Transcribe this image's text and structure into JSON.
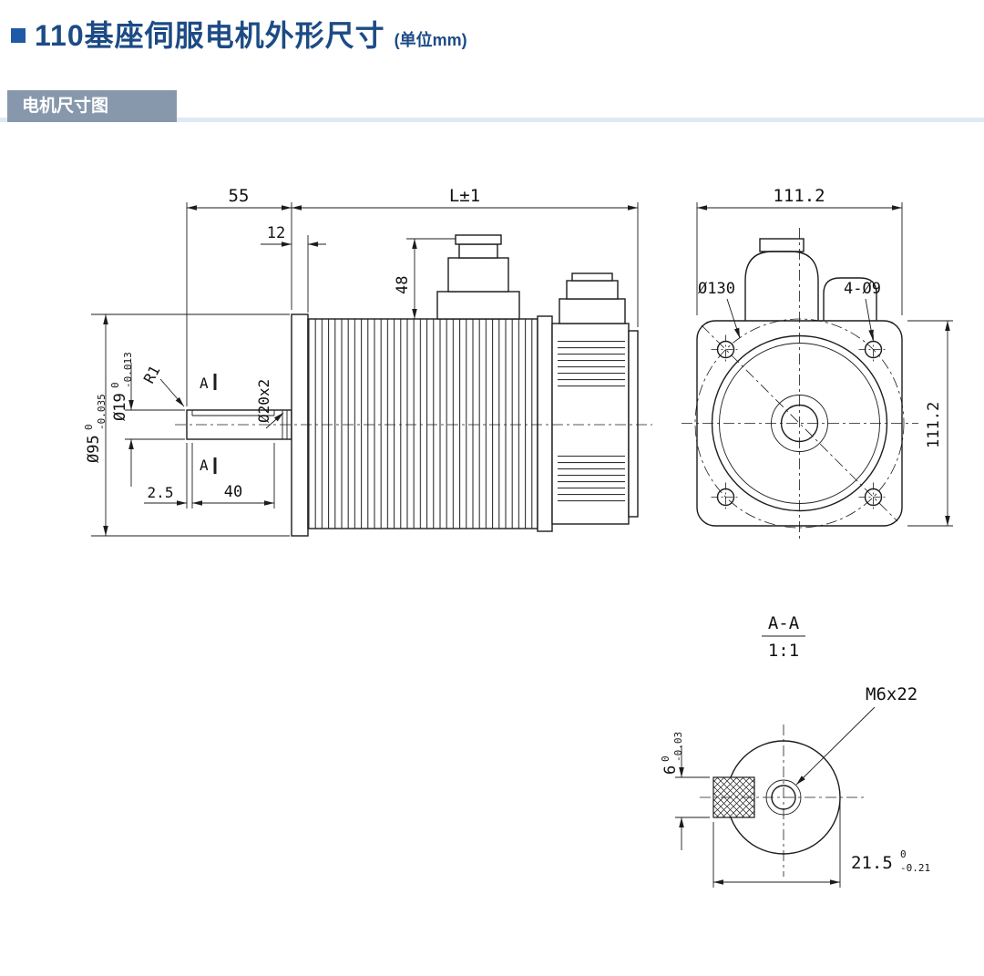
{
  "header": {
    "title": "110基座伺服电机外形尺寸",
    "unit_note": "(单位mm)",
    "accent_color": "#1c4b85",
    "bullet_color": "#1f5aa6"
  },
  "tab": {
    "label": "电机尺寸图",
    "bg_color": "#8798ad",
    "underline_color": "#dfe9f4"
  },
  "side_view": {
    "dim_55": "55",
    "dim_L": "L±1",
    "dim_12": "12",
    "dim_48": "48",
    "shaft_dia": "Ø19",
    "shaft_dia_tol_up": "0",
    "shaft_dia_tol_dn": "-0.013",
    "fillet": "R1",
    "groove": "Ø20x2",
    "section_label_top": "A",
    "section_label_bottom": "A",
    "pilot_dia": "Ø95",
    "pilot_dia_tol_up": "0",
    "pilot_dia_tol_dn": "-0.035",
    "dim_2_5": "2.5",
    "dim_40": "40"
  },
  "front_view": {
    "dim_width": "111.2",
    "dim_height": "111.2",
    "bolt_circle_dia": "Ø130",
    "mount_holes": "4-Ø9"
  },
  "section_view": {
    "label": "A-A",
    "scale": "1:1",
    "thread_spec": "M6x22",
    "key_width": "6",
    "key_width_tol_up": "0",
    "key_width_tol_dn": "-0.03",
    "key_depth": "21.5",
    "key_depth_tol_up": "0",
    "key_depth_tol_dn": "-0.21"
  }
}
